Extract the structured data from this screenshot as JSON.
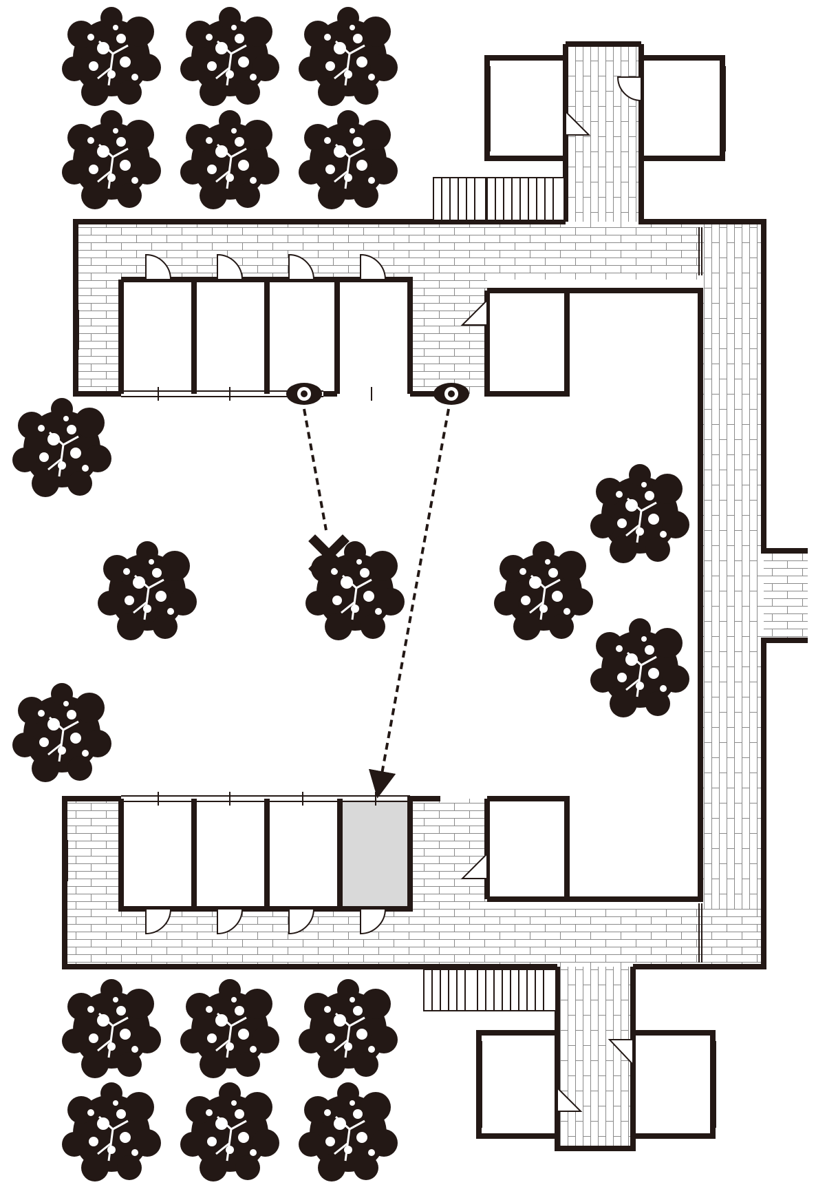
{
  "diagram": {
    "kind": "floor-plan",
    "colors": {
      "wall": "#231815",
      "floor": "#ffffff",
      "brick_line": "#8a8a8a",
      "highlight_room": "#d9d9d9",
      "tree": "#231815",
      "sightline": "#231815"
    },
    "icons": [
      "eye-icon",
      "blocked-x-icon",
      "tree-icon",
      "door-swing-icon",
      "window-icon",
      "stairs-icon"
    ],
    "observers": [
      {
        "name": "eye-left",
        "sight": "blocked"
      },
      {
        "name": "eye-right",
        "sight": "visible"
      }
    ],
    "highlighted_room": "south-room-4"
  }
}
